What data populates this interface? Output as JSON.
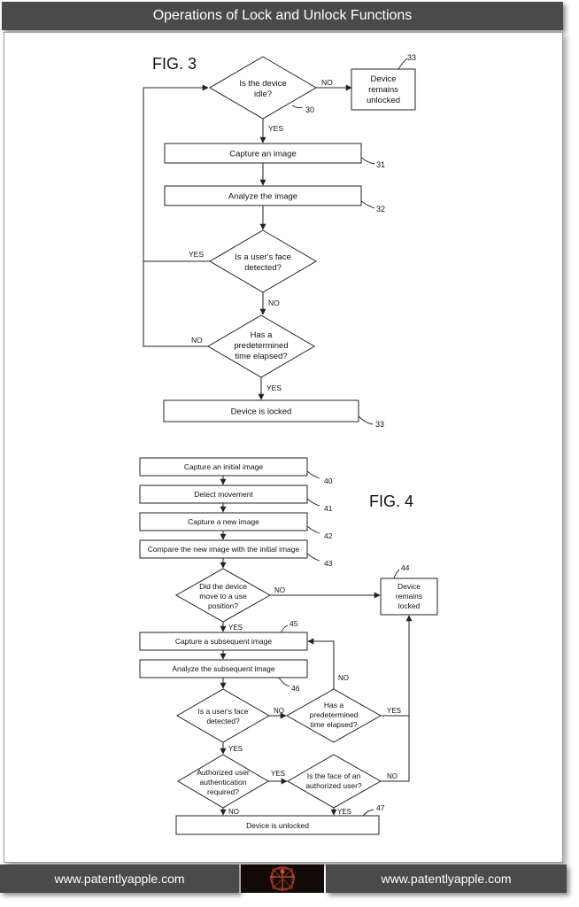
{
  "header": {
    "title": "Operations of Lock and Unlock Functions"
  },
  "footer": {
    "left_url": "www.patentlyapple.com",
    "right_url": "www.patentlyapple.com"
  },
  "fig3": {
    "label": "FIG. 3",
    "idle": {
      "lines": [
        "Is the device",
        "idle?"
      ],
      "ref": "30"
    },
    "remains_unlocked": {
      "lines": [
        "Device",
        "remains",
        "unlocked"
      ],
      "ref": "33"
    },
    "capture": {
      "text": "Capture an image",
      "ref": "31"
    },
    "analyze": {
      "text": "Analyze the image",
      "ref": "32"
    },
    "face": {
      "lines": [
        "Is a user's face",
        "detected?"
      ]
    },
    "time": {
      "lines": [
        "Has a",
        "predetermined",
        "time elapsed?"
      ]
    },
    "locked": {
      "text": "Device is locked",
      "ref": "33"
    },
    "flow_labels": {
      "idle_no": "NO",
      "idle_yes": "YES",
      "face_yes": "YES",
      "face_no": "NO",
      "time_no": "NO",
      "time_yes": "YES"
    }
  },
  "fig4": {
    "label": "FIG. 4",
    "capture_initial": {
      "text": "Capture an initial image",
      "ref": "40"
    },
    "detect_movement": {
      "text": "Detect movement",
      "ref": "41"
    },
    "capture_new": {
      "text": "Capture a new image",
      "ref": "42"
    },
    "compare": {
      "text": "Compare the new image with the initial image",
      "ref": "43"
    },
    "moved": {
      "lines": [
        "Did the device",
        "move to a use",
        "position?"
      ]
    },
    "remains_locked": {
      "lines": [
        "Device",
        "remains",
        "locked"
      ],
      "ref": "44"
    },
    "capture_subsequent": {
      "text": "Capture a subsequent image",
      "ref": "45"
    },
    "analyze_subsequent": {
      "text": "Analyze the subsequent image",
      "ref": "46"
    },
    "face": {
      "lines": [
        "Is a user's face",
        "detected?"
      ]
    },
    "time": {
      "lines": [
        "Has a",
        "predetermined",
        "time elapsed?"
      ]
    },
    "auth_required": {
      "lines": [
        "Authorized user",
        "authentication",
        "required?"
      ]
    },
    "authorized_face": {
      "lines": [
        "Is the face of an",
        "authorized user?"
      ]
    },
    "unlocked": {
      "text": "Device is unlocked",
      "ref": "47"
    },
    "flow_labels": {
      "moved_no": "NO",
      "moved_yes": "YES",
      "face_no": "NO",
      "face_yes": "YES",
      "time_no": "NO",
      "time_yes": "YES",
      "auth_yes": "YES",
      "auth_no": "NO",
      "authface_no": "NO",
      "authface_yes": "YES"
    }
  }
}
